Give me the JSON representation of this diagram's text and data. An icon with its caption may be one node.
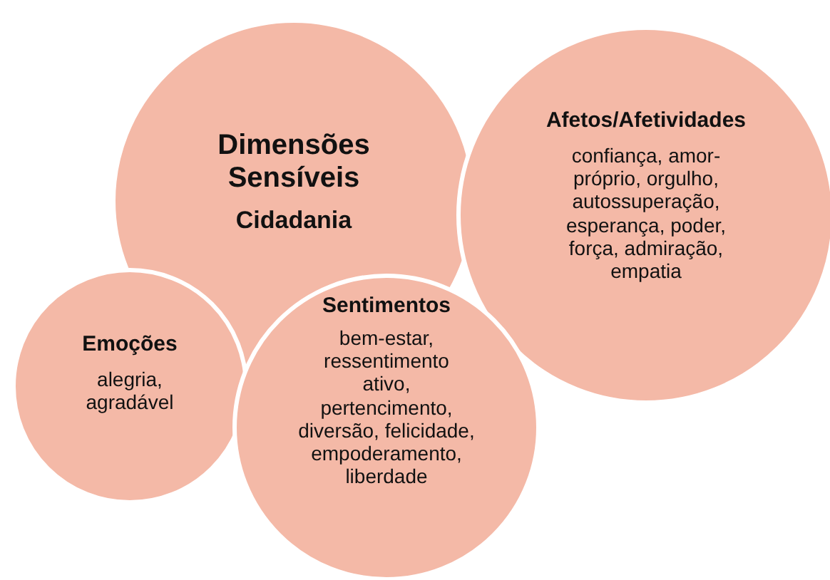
{
  "diagram": {
    "nodes": [
      {
        "text": [
          "Dimensões Sensíveis",
          "Cidadania"
        ]
      },
      {
        "text": [
          "Afetos/Afetividades",
          "confiança, amor-próprio, orgulho, autossuperação, esperança, poder, força, admiração, empatia"
        ]
      },
      {
        "text": [
          "Emoções",
          "alegria, agradável"
        ]
      },
      {
        "text": [
          "Sentimentos",
          "bem-estar, ressentimento ativo, pertencimento, diversão, felicidade, empoderamento, liberdade"
        ]
      }
    ],
    "edges": []
  }
}
